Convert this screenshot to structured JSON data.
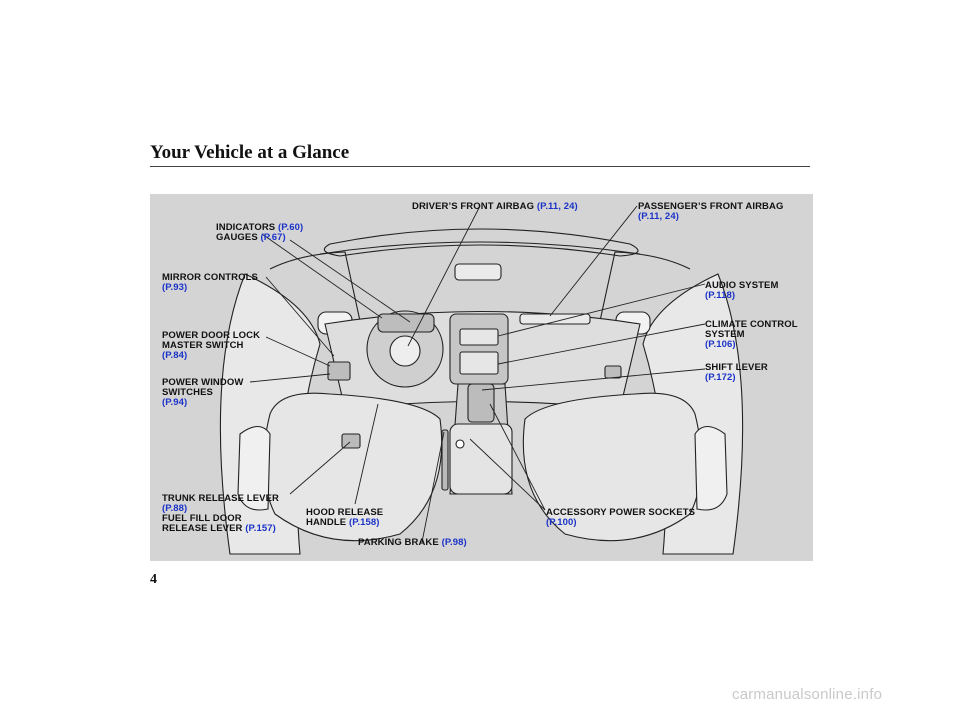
{
  "page": {
    "title": "Your Vehicle at a Glance",
    "page_number": "4",
    "watermark": "carmanualsonline.info"
  },
  "callouts": {
    "drivers_airbag": {
      "name": "DRIVER’S FRONT AIRBAG",
      "ref": "(P.11, 24)"
    },
    "passengers_airbag": {
      "name": "PASSENGER’S FRONT AIRBAG",
      "ref": "(P.11, 24)"
    },
    "indicators": {
      "name": "INDICATORS",
      "ref": "(P.60)"
    },
    "gauges": {
      "name": "GAUGES",
      "ref": "(P.67)"
    },
    "mirror_controls": {
      "name": "MIRROR CONTROLS",
      "ref": "(P.93)"
    },
    "audio_system": {
      "name": "AUDIO SYSTEM",
      "ref": "(P.118)"
    },
    "power_door_lock": {
      "line1": "POWER DOOR LOCK",
      "line2": "MASTER SWITCH",
      "ref": "(P.84)"
    },
    "climate_control": {
      "line1": "CLIMATE CONTROL",
      "line2": "SYSTEM",
      "ref": "(P.106)"
    },
    "shift_lever": {
      "name": "SHIFT LEVER",
      "ref": "(P.172)"
    },
    "power_window": {
      "line1": "POWER WINDOW",
      "line2": "SWITCHES",
      "ref": "(P.94)"
    },
    "trunk_release": {
      "name": "TRUNK RELEASE LEVER",
      "ref": "(P.88)"
    },
    "fuel_fill": {
      "line1": "FUEL FILL DOOR",
      "line2": "RELEASE LEVER",
      "ref": "(P.157)"
    },
    "hood_release": {
      "line1": "HOOD RELEASE",
      "line2": "HANDLE",
      "ref": "(P.158)"
    },
    "accessory_sockets": {
      "name": "ACCESSORY POWER SOCKETS",
      "ref": "(P.100)"
    },
    "parking_brake": {
      "name": "PARKING BRAKE",
      "ref": "(P.98)"
    }
  },
  "colors": {
    "panel_background": "#d4d4d4",
    "reference_text": "#1b32c8"
  }
}
